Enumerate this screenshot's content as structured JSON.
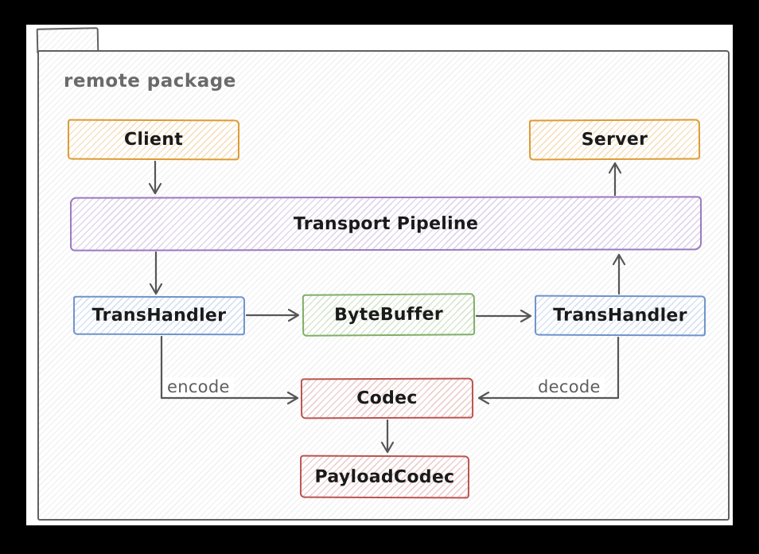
{
  "package": {
    "label": "remote package"
  },
  "nodes": {
    "client": {
      "label": "Client",
      "color": "#dd9b33"
    },
    "server": {
      "label": "Server",
      "color": "#dd9b33"
    },
    "pipeline": {
      "label": "Transport Pipeline",
      "color": "#9a7ac0"
    },
    "transhandler_left": {
      "label": "TransHandler",
      "color": "#6f93cc"
    },
    "bytebuffer": {
      "label": "ByteBuffer",
      "color": "#7fae67"
    },
    "transhandler_right": {
      "label": "TransHandler",
      "color": "#6f93cc"
    },
    "codec": {
      "label": "Codec",
      "color": "#bb5451"
    },
    "payloadcodec": {
      "label": "PayloadCodec",
      "color": "#bb5451"
    }
  },
  "edge_labels": {
    "encode": "encode",
    "decode": "decode"
  },
  "edges": [
    {
      "from": "Client",
      "to": "Transport Pipeline",
      "label": ""
    },
    {
      "from": "Transport Pipeline",
      "to": "TransHandler(left)",
      "label": ""
    },
    {
      "from": "TransHandler(left)",
      "to": "ByteBuffer",
      "label": ""
    },
    {
      "from": "ByteBuffer",
      "to": "TransHandler(right)",
      "label": ""
    },
    {
      "from": "TransHandler(right)",
      "to": "Transport Pipeline",
      "label": ""
    },
    {
      "from": "Transport Pipeline",
      "to": "Server",
      "label": ""
    },
    {
      "from": "TransHandler(left)",
      "to": "Codec",
      "label": "encode"
    },
    {
      "from": "TransHandler(right)",
      "to": "Codec",
      "label": "decode"
    },
    {
      "from": "Codec",
      "to": "PayloadCodec",
      "label": ""
    }
  ],
  "colors": {
    "frame": "#000000",
    "page": "#ffffff",
    "package_border": "#606060",
    "package_title": "#6a6a6a",
    "edge_stroke": "#565656",
    "node_text": "#1a1a1a"
  }
}
